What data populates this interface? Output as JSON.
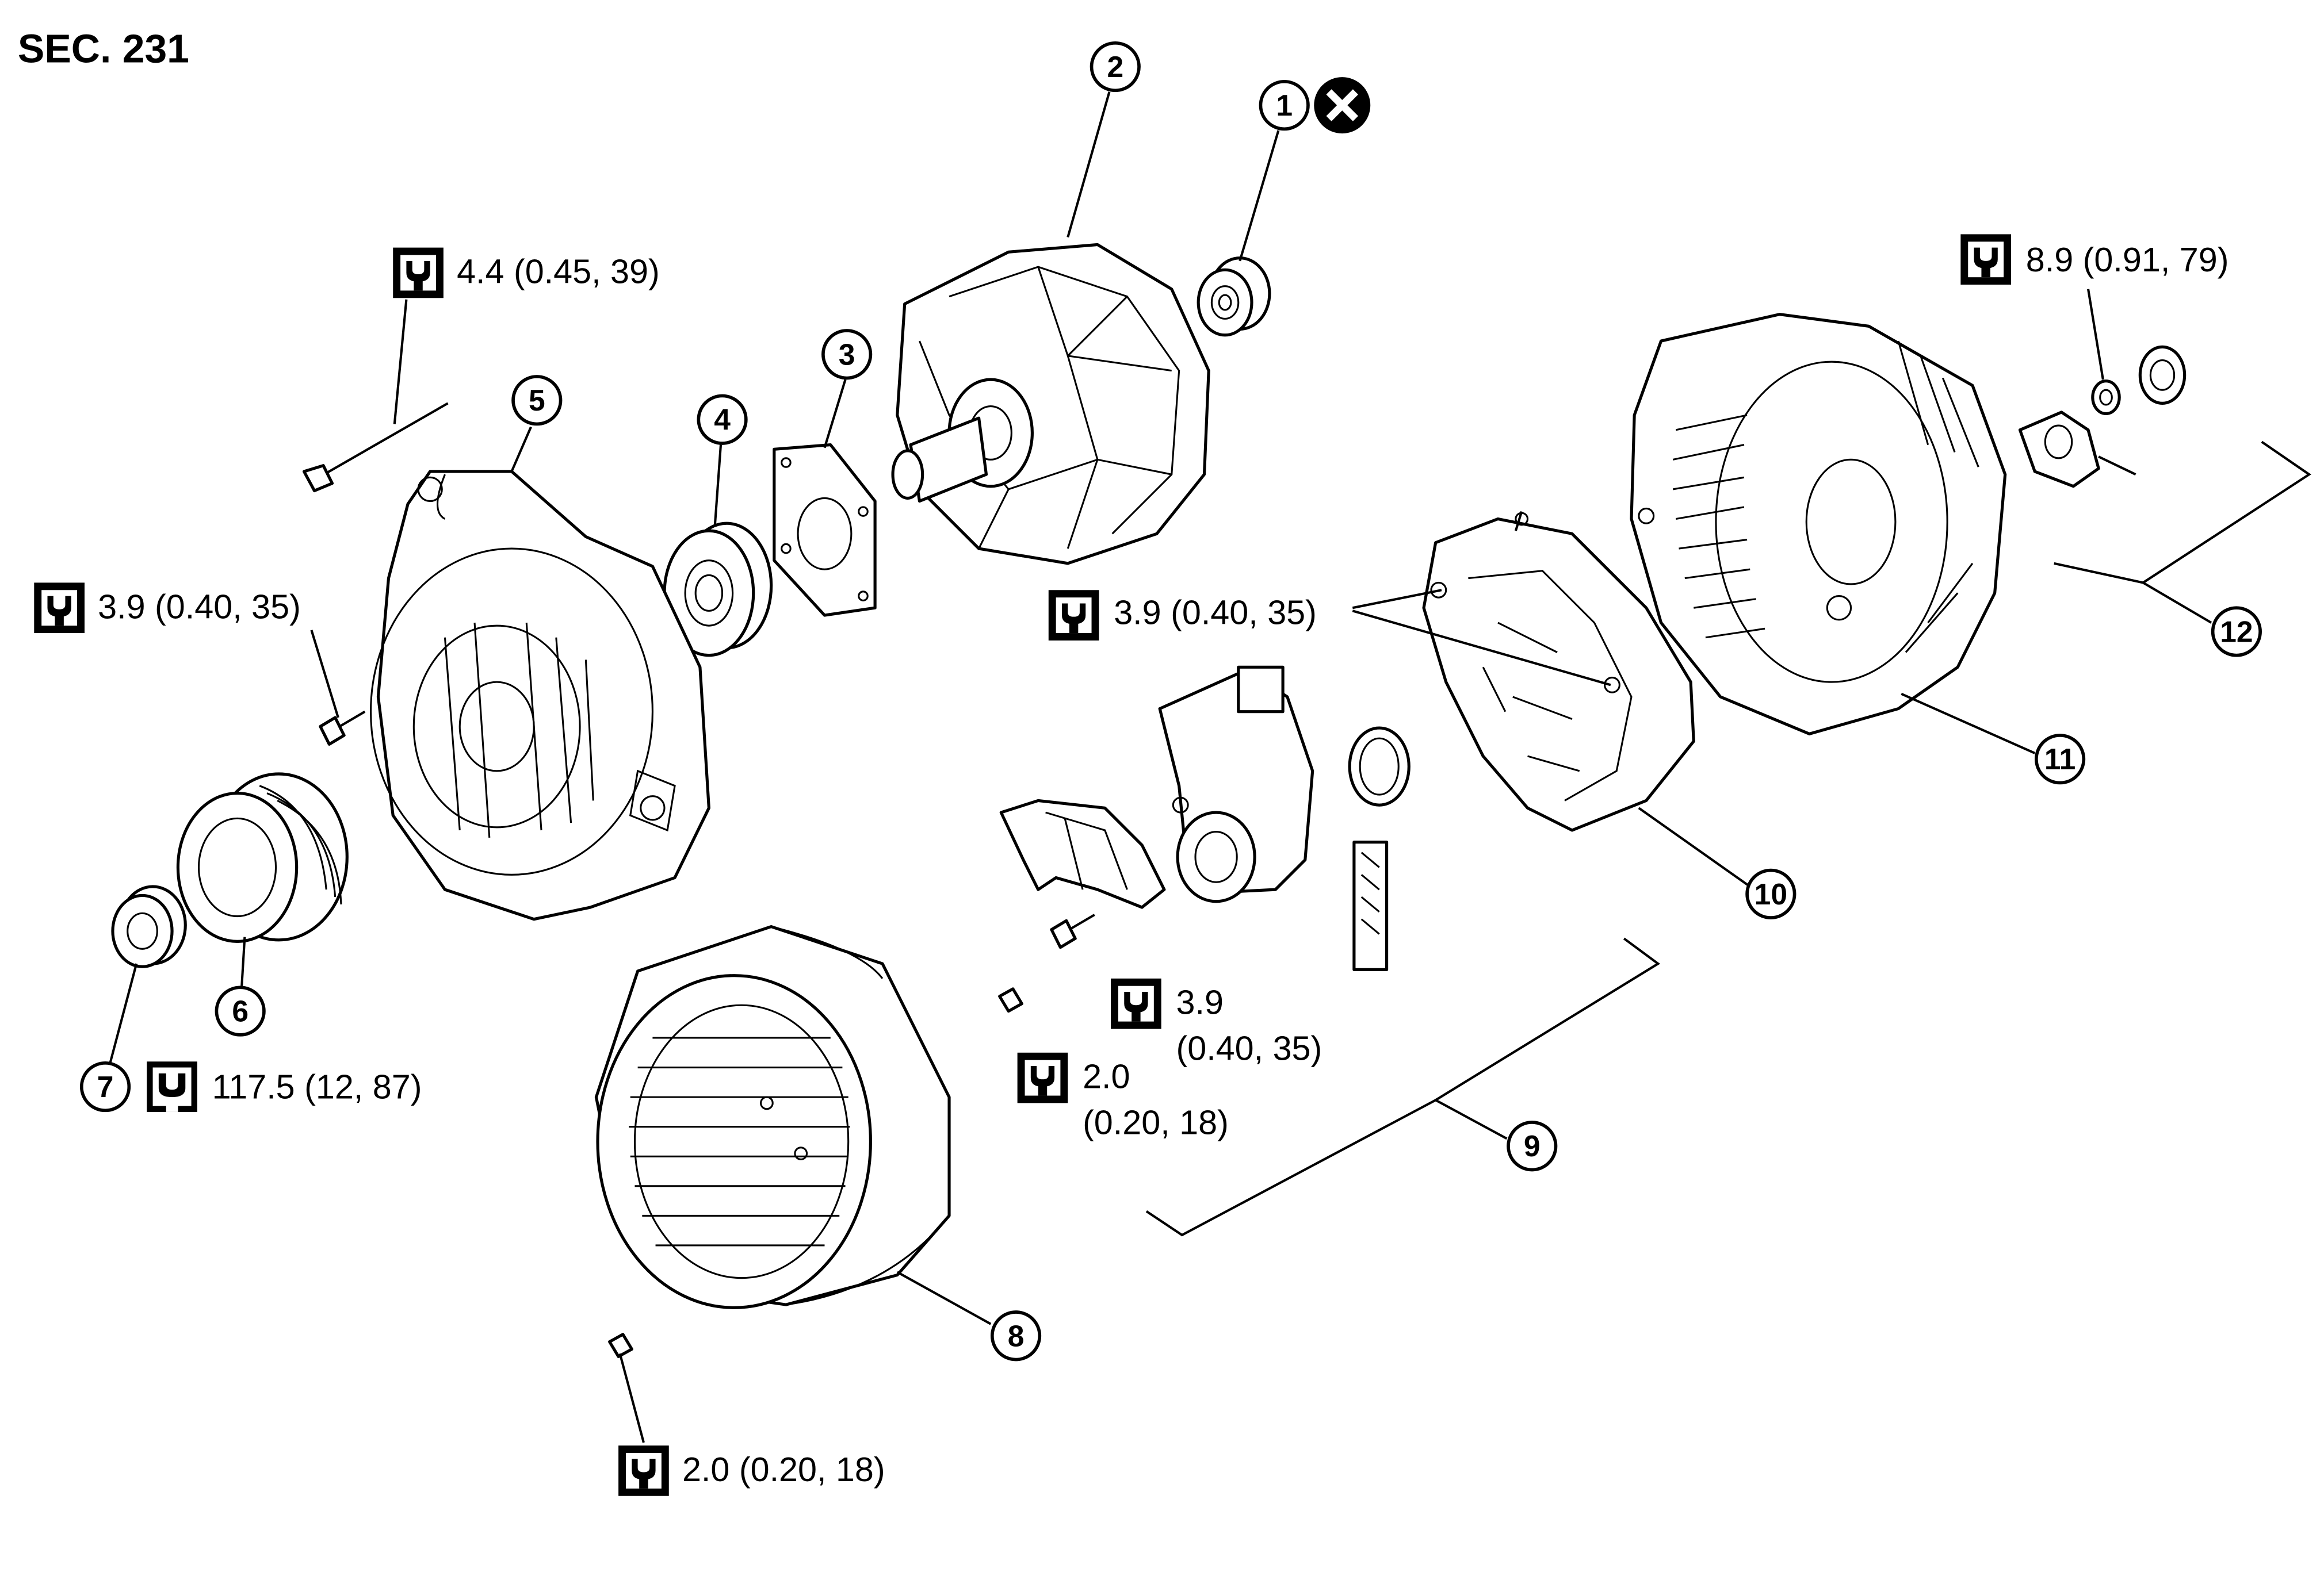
{
  "section": "SEC. 231",
  "callouts": {
    "c1": "1",
    "c2": "2",
    "c3": "3",
    "c4": "4",
    "c5": "5",
    "c6": "6",
    "c7": "7",
    "c8": "8",
    "c9": "9",
    "c10": "10",
    "c11": "11",
    "c12": "12"
  },
  "torques": {
    "through_bolt": "4.4 (0.45, 39)",
    "front_screw": "3.9 (0.40, 35)",
    "pulley_nut": "117.5 (12, 87)",
    "terminal_nut": "8.9 (0.91, 79)",
    "rectifier_screws": "3.9 (0.40, 35)",
    "regulator_screw_value": "3.9",
    "regulator_screw_units": "(0.40, 35)",
    "small_screw_value": "2.0",
    "small_screw_units": "(0.20, 18)",
    "stator_screw": "2.0 (0.20, 18)"
  },
  "icons": {
    "torque_icon": "wrench-torque-icon",
    "replace_icon": "do-not-reuse-icon",
    "pulley_icon": "pulley-nut-wrench-icon"
  }
}
